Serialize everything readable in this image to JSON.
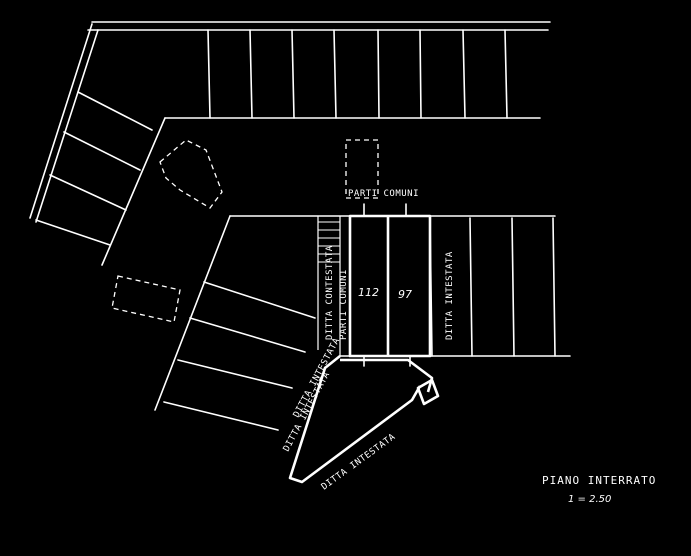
{
  "drawing": {
    "title": "PIANO INTERRATO",
    "scale": "1 = 2.50",
    "background_color": "#000000",
    "line_color": "#ffffff"
  },
  "labels": {
    "parti_comuni": "PARTI COMUNI",
    "box_left": "112",
    "box_right": "97",
    "strip_left_outer": "DITTA CONTESTATA",
    "strip_left_inner": "PARTI COMUNI",
    "strip_right": "DITTA INTESTATA",
    "ramp_upper": "DITTA INTESTATA",
    "ramp_left": "DITTA INTESTATA",
    "ramp_bottom": "DITTA INTESTATA"
  }
}
